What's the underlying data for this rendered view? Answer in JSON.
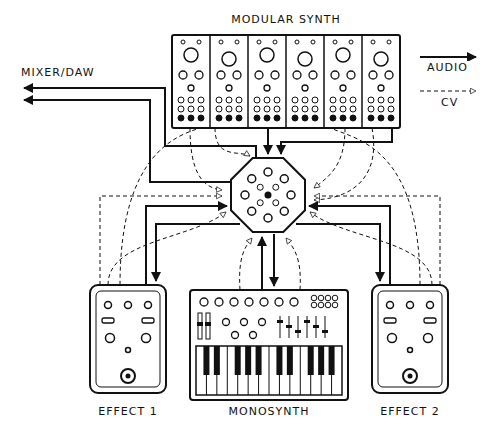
{
  "diagram": {
    "nodes": [
      {
        "text": [
          "MODULAR SYNTH"
        ]
      },
      {
        "text": [
          "EFFECT 1"
        ]
      },
      {
        "text": [
          "MONOSYNTH"
        ]
      },
      {
        "text": [
          "EFFECT 2"
        ]
      }
    ],
    "labels": [
      "MIXER/DAW"
    ],
    "legend": [
      {
        "text": "AUDIO"
      },
      {
        "text": "CV"
      }
    ]
  }
}
